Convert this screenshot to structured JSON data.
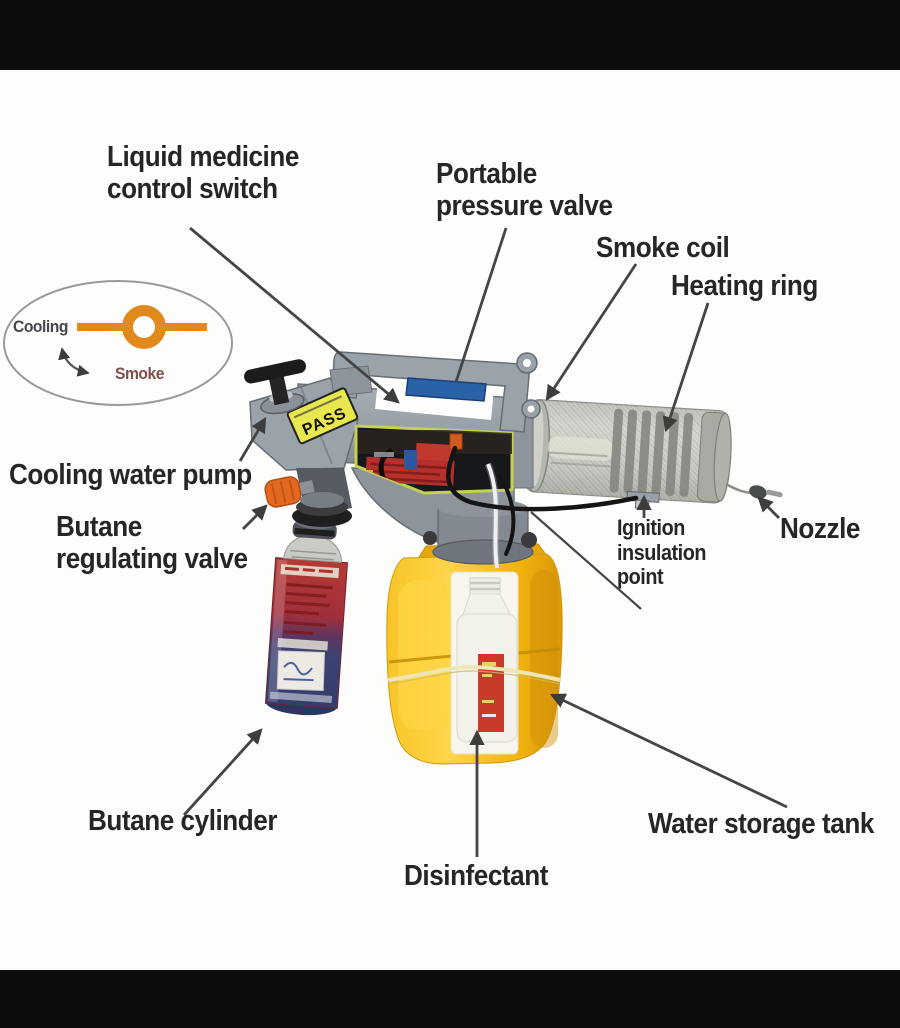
{
  "figure": {
    "description": "Labeled parts diagram of a portable thermal fogging machine"
  },
  "inset": {
    "cooling": "Cooling",
    "smoke": "Smoke"
  },
  "machine": {
    "pass_label": "PASS"
  },
  "labels": {
    "liquid_medicine_control_switch": "Liquid medicine\ncontrol switch",
    "portable_pressure_valve": "Portable\npressure valve",
    "smoke_coil": "Smoke coil",
    "heating_ring": "Heating ring",
    "cooling_water_pump": "Cooling water pump",
    "butane_regulating_valve": "Butane\nregulating valve",
    "ignition_insulation_point": "Ignition\ninsulation\npoint",
    "nozzle": "Nozzle",
    "butane_cylinder": "Butane cylinder",
    "water_storage_tank": "Water storage tank",
    "disinfectant": "Disinfectant"
  },
  "colors": {
    "accent_orange": "#e2891c",
    "tank_yellow": "#f5bb12",
    "valve_blue": "#2a62a8",
    "panel_outline": "#c6d24e",
    "pass_yellow": "#e8e84e",
    "can_red": "#a93430",
    "can_navy": "#3a4273",
    "metal_gray": "#9aa2aa",
    "barrel_silver": "#cdcfc7",
    "label_text": "#262626"
  }
}
